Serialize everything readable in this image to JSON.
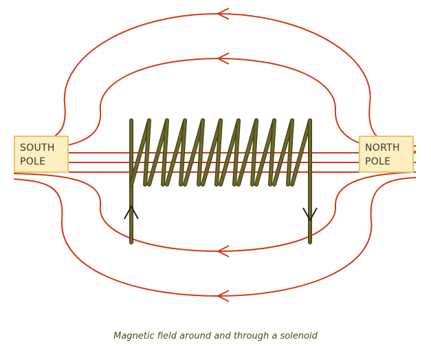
{
  "labels": {
    "south": [
      "SOUTH",
      "POLE"
    ],
    "north": [
      "NORTH",
      "POLE"
    ]
  },
  "caption": "Magnetic field around and through a solenoid",
  "colors": {
    "field_line": "#cf3a1c",
    "coil": "#6e6a2a",
    "coil_edge": "#3f3c12",
    "label_fill": "#fcefc2",
    "label_border": "#e3c867",
    "caption": "#4a4a18",
    "current_arrow": "#222222"
  },
  "coil": {
    "turns": 10
  },
  "field_arrows": {
    "direction": "right-to-left (north to south outside the solenoid)"
  },
  "current_arrows": [
    "up-at-left-lead",
    "down-at-right-lead"
  ]
}
